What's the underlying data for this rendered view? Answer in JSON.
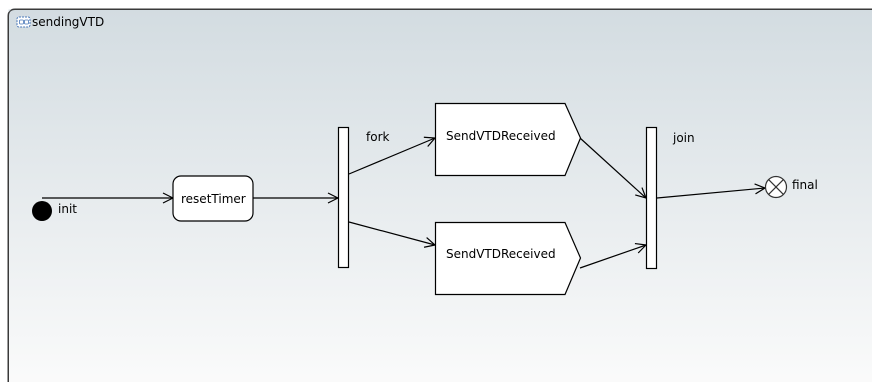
{
  "diagram": {
    "title": "sendingVTD",
    "nodes": {
      "init": "init",
      "reset_timer": "resetTimer",
      "fork": "fork",
      "send_top": "SendVTDReceived",
      "send_bottom": "SendVTDReceived",
      "join": "join",
      "final": "final"
    }
  },
  "colors": {
    "frame_border": "#3a3a3a",
    "frame_grad_top": "#d4dde2",
    "frame_grad_bottom": "#fafafa",
    "node_fill": "#ffffff",
    "stroke": "#000000"
  }
}
